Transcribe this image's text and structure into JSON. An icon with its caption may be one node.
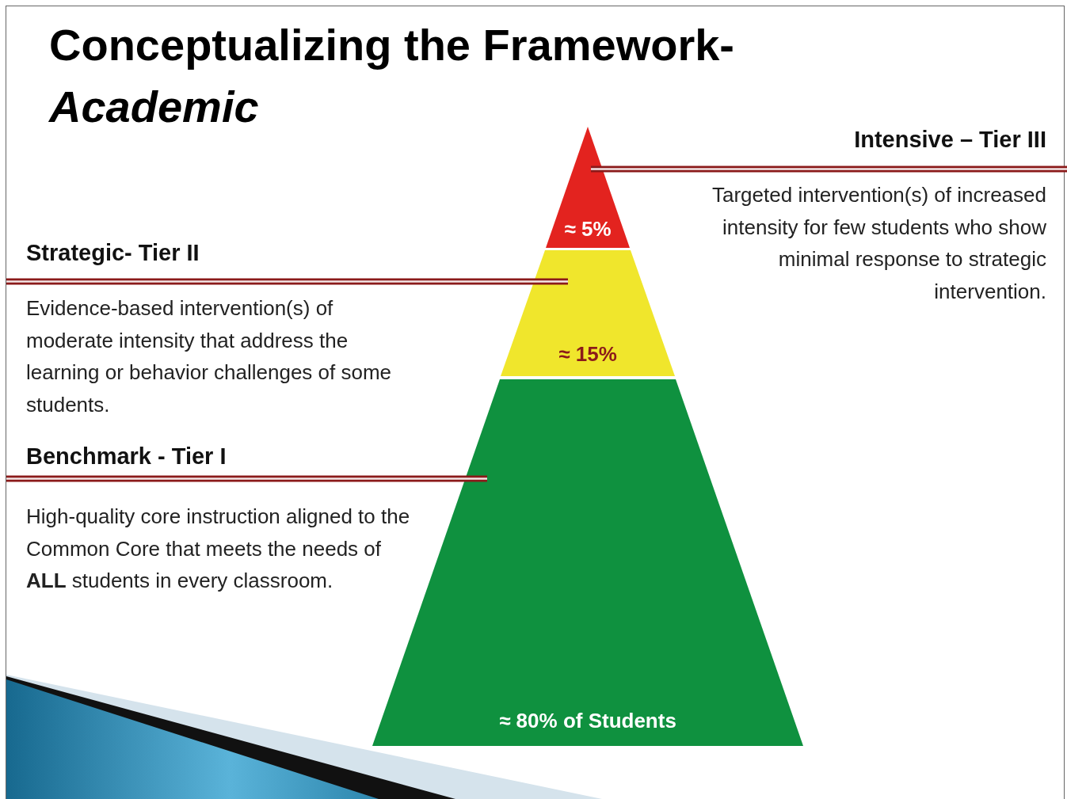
{
  "diagram": {
    "title": "Conceptualizing the Framework- *Academic*",
    "nodes": [
      {
        "text": [
          "≈ 5%"
        ]
      },
      {
        "text": [
          "≈ 15%"
        ]
      },
      {
        "text": [
          "≈ 80% of Students"
        ]
      },
      {
        "text": [
          "Intensive – Tier III",
          "Targeted intervention(s) of increased intensity for few students who show minimal response to strategic intervention."
        ]
      },
      {
        "text": [
          "Strategic- Tier II",
          "Evidence-based intervention(s) of moderate intensity that address the learning or behavior challenges of some students."
        ]
      },
      {
        "text": [
          "Benchmark - Tier  I",
          "High-quality core instruction aligned to the Common Core that meets the needs of **ALL** students in every classroom."
        ]
      }
    ],
    "edges": [
      {
        "from": 3,
        "to": 0,
        "arrow": "none"
      },
      {
        "from": 4,
        "to": 1,
        "arrow": "none"
      },
      {
        "from": 5,
        "to": 2,
        "arrow": "none"
      }
    ]
  }
}
